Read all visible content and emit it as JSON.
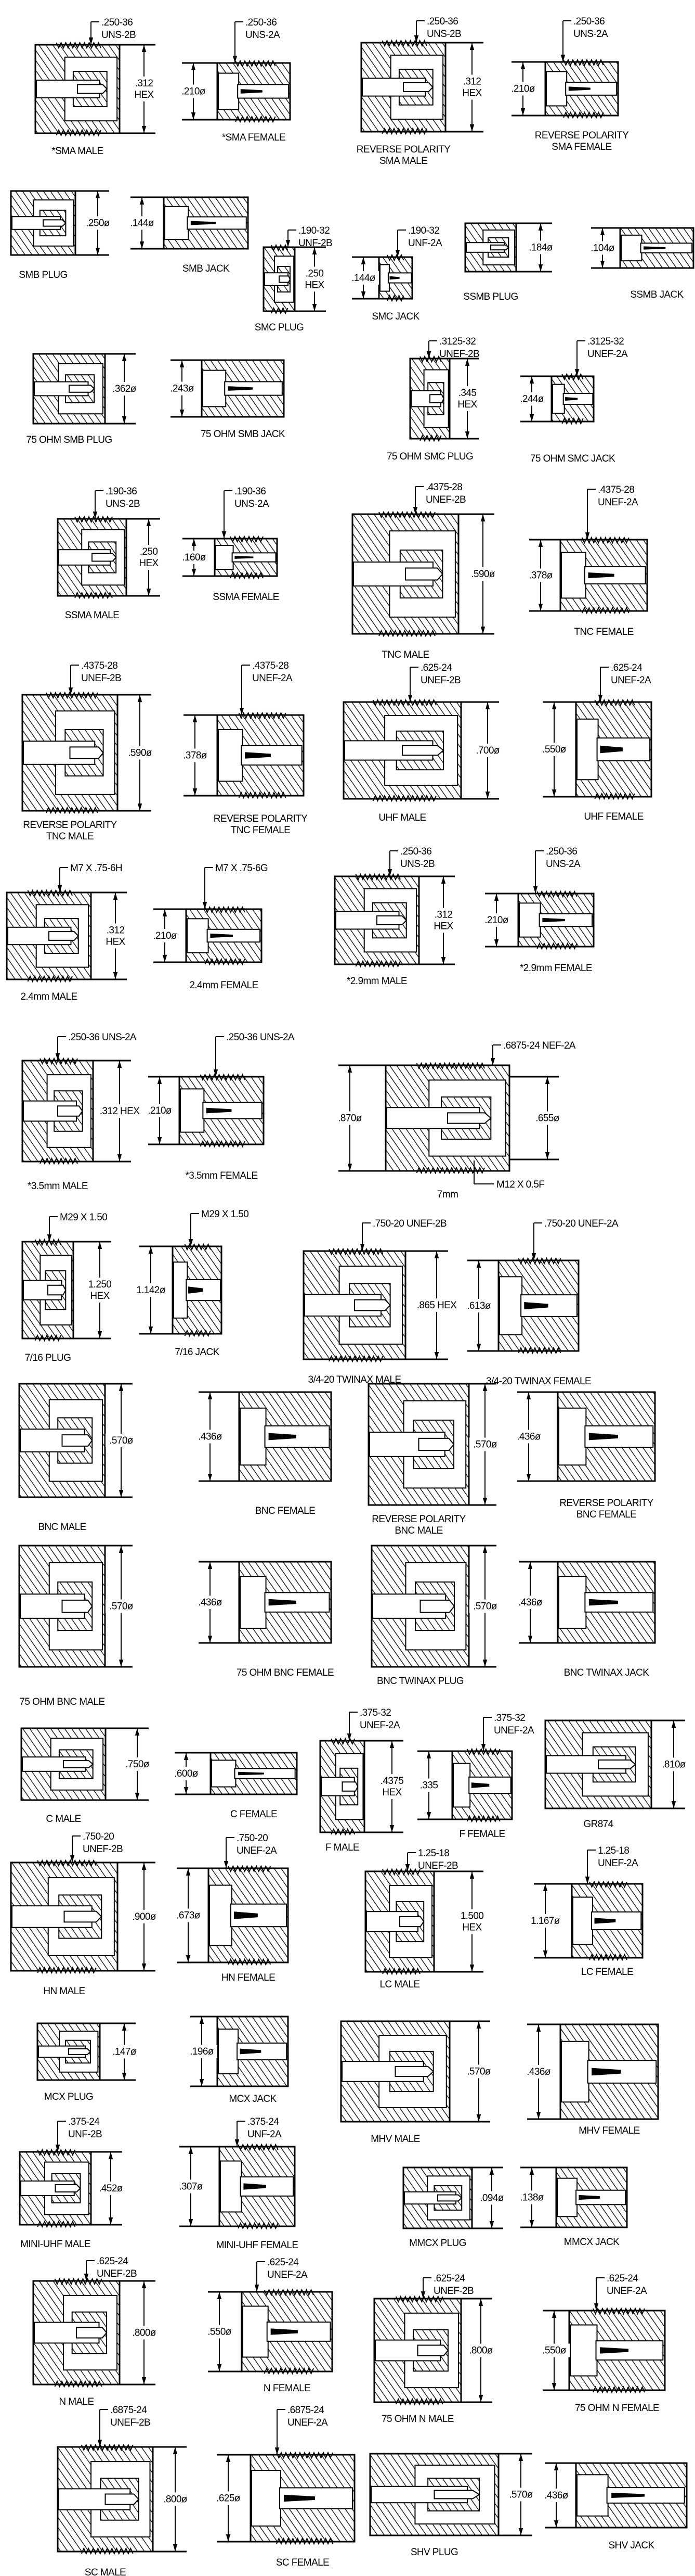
{
  "connectors": [
    {
      "name": [
        "*SMA MALE"
      ],
      "thread": [
        ".250-36",
        "UNS-2B"
      ],
      "dims": [
        ".312",
        "HEX"
      ]
    },
    {
      "name": [
        "*SMA FEMALE"
      ],
      "thread": [
        ".250-36",
        "UNS-2A"
      ],
      "dims": [
        ".210ø"
      ]
    },
    {
      "name": [
        "REVERSE POLARITY",
        "SMA MALE"
      ],
      "thread": [
        ".250-36",
        "UNS-2B"
      ],
      "dims": [
        ".312",
        "HEX"
      ]
    },
    {
      "name": [
        "REVERSE POLARITY",
        "SMA FEMALE"
      ],
      "thread": [
        ".250-36",
        "UNS-2A"
      ],
      "dims": [
        ".210ø"
      ]
    },
    {
      "name": [
        "SMB PLUG"
      ],
      "dims": [
        ".250ø"
      ]
    },
    {
      "name": [
        "SMB JACK"
      ],
      "dims": [
        ".144ø"
      ]
    },
    {
      "name": [
        "SMC PLUG"
      ],
      "thread": [
        ".190-32",
        "UNF-2B"
      ],
      "dims": [
        ".250",
        "HEX"
      ]
    },
    {
      "name": [
        "SMC JACK"
      ],
      "thread": [
        ".190-32",
        "UNF-2A"
      ],
      "dims": [
        ".144ø"
      ]
    },
    {
      "name": [
        "SSMB PLUG"
      ],
      "dims": [
        ".184ø"
      ]
    },
    {
      "name": [
        "SSMB JACK"
      ],
      "dims": [
        ".104ø"
      ]
    },
    {
      "name": [
        "75 OHM SMB PLUG"
      ],
      "dims": [
        ".362ø"
      ]
    },
    {
      "name": [
        "75 OHM SMB JACK"
      ],
      "dims": [
        ".243ø"
      ]
    },
    {
      "name": [
        "75 OHM SMC PLUG"
      ],
      "thread": [
        ".3125-32",
        "UNEF-2B"
      ],
      "dims": [
        ".345",
        "HEX"
      ]
    },
    {
      "name": [
        "75 OHM SMC JACK"
      ],
      "thread": [
        ".3125-32",
        "UNEF-2A"
      ],
      "dims": [
        ".244ø"
      ]
    },
    {
      "name": [
        "SSMA MALE"
      ],
      "thread": [
        ".190-36",
        "UNS-2B"
      ],
      "dims": [
        ".250",
        "HEX"
      ]
    },
    {
      "name": [
        "SSMA FEMALE"
      ],
      "thread": [
        ".190-36",
        "UNS-2A"
      ],
      "dims": [
        ".160ø"
      ]
    },
    {
      "name": [
        "TNC MALE"
      ],
      "thread": [
        ".4375-28",
        "UNEF-2B"
      ],
      "dims": [
        ".590ø"
      ]
    },
    {
      "name": [
        "TNC FEMALE"
      ],
      "thread": [
        ".4375-28",
        "UNEF-2A"
      ],
      "dims": [
        ".378ø"
      ]
    },
    {
      "name": [
        "REVERSE POLARITY",
        "TNC MALE"
      ],
      "thread": [
        ".4375-28",
        "UNEF-2B"
      ],
      "dims": [
        ".590ø"
      ]
    },
    {
      "name": [
        "REVERSE POLARITY",
        "TNC FEMALE"
      ],
      "thread": [
        ".4375-28",
        "UNEF-2A"
      ],
      "dims": [
        ".378ø"
      ]
    },
    {
      "name": [
        "UHF MALE"
      ],
      "thread": [
        ".625-24",
        "UNEF-2B"
      ],
      "dims": [
        ".700ø"
      ]
    },
    {
      "name": [
        "UHF FEMALE"
      ],
      "thread": [
        ".625-24",
        "UNEF-2A"
      ],
      "dims": [
        ".550ø"
      ]
    },
    {
      "name": [
        "2.4mm MALE"
      ],
      "thread": [
        "M7 X .75-6H"
      ],
      "dims": [
        ".312",
        "HEX"
      ]
    },
    {
      "name": [
        "2.4mm FEMALE"
      ],
      "thread": [
        "M7 X .75-6G"
      ],
      "dims": [
        ".210ø"
      ]
    },
    {
      "name": [
        "*2.9mm MALE"
      ],
      "thread": [
        ".250-36",
        "UNS-2B"
      ],
      "dims": [
        ".312",
        "HEX"
      ]
    },
    {
      "name": [
        "*2.9mm FEMALE"
      ],
      "thread": [
        ".250-36",
        "UNS-2A"
      ],
      "dims": [
        ".210ø"
      ]
    },
    {
      "name": [
        "*3.5mm MALE"
      ],
      "thread": [
        ".250-36 UNS-2A"
      ],
      "dims": [
        ".312 HEX"
      ]
    },
    {
      "name": [
        "*3.5mm FEMALE"
      ],
      "thread": [
        ".250-36 UNS-2A"
      ],
      "dims": [
        ".210ø"
      ]
    },
    {
      "name": [
        "7mm"
      ],
      "thread": [
        ".6875-24 NEF-2A"
      ],
      "dims": [
        ".870ø"
      ],
      "dims2": [
        ".655ø"
      ],
      "thread2": [
        "M12 X 0.5F"
      ]
    },
    {
      "name": [
        "7/16 PLUG"
      ],
      "thread": [
        "M29 X 1.50"
      ],
      "dims": [
        "1.250",
        "HEX"
      ]
    },
    {
      "name": [
        "7/16 JACK"
      ],
      "thread": [
        "M29 X 1.50"
      ],
      "dims": [
        "1.142ø"
      ]
    },
    {
      "name": [
        "3/4-20 TWINAX MALE"
      ],
      "thread": [
        ".750-20 UNEF-2B"
      ],
      "dims": [
        ".865 HEX"
      ]
    },
    {
      "name": [
        "3/4-20 TWINAX FEMALE"
      ],
      "thread": [
        ".750-20 UNEF-2A"
      ],
      "dims": [
        ".613ø"
      ]
    },
    {
      "name": [
        "BNC MALE"
      ],
      "dims": [
        ".570ø"
      ]
    },
    {
      "name": [
        "BNC FEMALE"
      ],
      "dims": [
        ".436ø"
      ]
    },
    {
      "name": [
        "REVERSE POLARITY",
        "BNC MALE"
      ],
      "dims": [
        ".570ø"
      ]
    },
    {
      "name": [
        "REVERSE POLARITY",
        "BNC FEMALE"
      ],
      "dims": [
        ".436ø"
      ]
    },
    {
      "name": [
        "75 OHM BNC MALE"
      ],
      "dims": [
        ".570ø"
      ]
    },
    {
      "name": [
        "75 OHM BNC FEMALE"
      ],
      "dims": [
        ".436ø"
      ]
    },
    {
      "name": [
        "BNC TWINAX PLUG"
      ],
      "dims": [
        ".570ø"
      ]
    },
    {
      "name": [
        "BNC TWINAX JACK"
      ],
      "dims": [
        ".436ø"
      ]
    },
    {
      "name": [
        "C MALE"
      ],
      "dims": [
        ".750ø"
      ]
    },
    {
      "name": [
        "C FEMALE"
      ],
      "dims": [
        ".600ø"
      ]
    },
    {
      "name": [
        "F MALE"
      ],
      "thread": [
        ".375-32",
        "UNEF-2A"
      ],
      "dims": [
        ".4375",
        "HEX"
      ]
    },
    {
      "name": [
        "F FEMALE"
      ],
      "thread": [
        ".375-32",
        "UNEF-2A"
      ],
      "dims": [
        ".335"
      ]
    },
    {
      "name": [
        "GR874"
      ],
      "dims": [
        ".810ø"
      ]
    },
    {
      "name": [
        "HN MALE"
      ],
      "thread": [
        ".750-20",
        "UNEF-2B"
      ],
      "dims": [
        ".900ø"
      ]
    },
    {
      "name": [
        "HN FEMALE"
      ],
      "thread": [
        ".750-20",
        "UNEF-2A"
      ],
      "dims": [
        ".673ø"
      ]
    },
    {
      "name": [
        "LC MALE"
      ],
      "thread": [
        "1.25-18",
        "UNEF-2B"
      ],
      "dims": [
        "1.500",
        "HEX"
      ]
    },
    {
      "name": [
        "LC FEMALE"
      ],
      "thread": [
        "1.25-18",
        "UNEF-2A"
      ],
      "dims": [
        "1.167ø"
      ]
    },
    {
      "name": [
        "MCX PLUG"
      ],
      "dims": [
        ".147ø"
      ]
    },
    {
      "name": [
        "MCX JACK"
      ],
      "dims": [
        ".196ø"
      ]
    },
    {
      "name": [
        "MHV MALE"
      ],
      "dims": [
        ".570ø"
      ]
    },
    {
      "name": [
        "MHV FEMALE"
      ],
      "dims": [
        ".436ø"
      ]
    },
    {
      "name": [
        "MINI-UHF MALE"
      ],
      "thread": [
        ".375-24",
        "UNF-2B"
      ],
      "dims": [
        ".452ø"
      ]
    },
    {
      "name": [
        "MINI-UHF FEMALE"
      ],
      "thread": [
        ".375-24",
        "UNF-2A"
      ],
      "dims": [
        ".307ø"
      ]
    },
    {
      "name": [
        "MMCX PLUG"
      ],
      "dims": [
        ".094ø"
      ]
    },
    {
      "name": [
        "MMCX JACK"
      ],
      "dims": [
        ".138ø"
      ]
    },
    {
      "name": [
        "N MALE"
      ],
      "thread": [
        ".625-24",
        "UNEF-2B"
      ],
      "dims": [
        ".800ø"
      ]
    },
    {
      "name": [
        "N FEMALE"
      ],
      "thread": [
        ".625-24",
        "UNEF-2A"
      ],
      "dims": [
        ".550ø"
      ]
    },
    {
      "name": [
        "75 OHM N MALE"
      ],
      "thread": [
        ".625-24",
        "UNEF-2B"
      ],
      "dims": [
        ".800ø"
      ]
    },
    {
      "name": [
        "75 OHM N FEMALE"
      ],
      "thread": [
        ".625-24",
        "UNEF-2A"
      ],
      "dims": [
        ".550ø"
      ]
    },
    {
      "name": [
        "SC MALE"
      ],
      "thread": [
        ".6875-24",
        "UNEF-2B"
      ],
      "dims": [
        ".800ø"
      ]
    },
    {
      "name": [
        "SC FEMALE"
      ],
      "thread": [
        ".6875-24",
        "UNEF-2A"
      ],
      "dims": [
        ".625ø"
      ]
    },
    {
      "name": [
        "SHV PLUG"
      ],
      "dims": [
        ".570ø"
      ]
    },
    {
      "name": [
        "SHV JACK"
      ],
      "dims": [
        ".436ø"
      ]
    }
  ]
}
